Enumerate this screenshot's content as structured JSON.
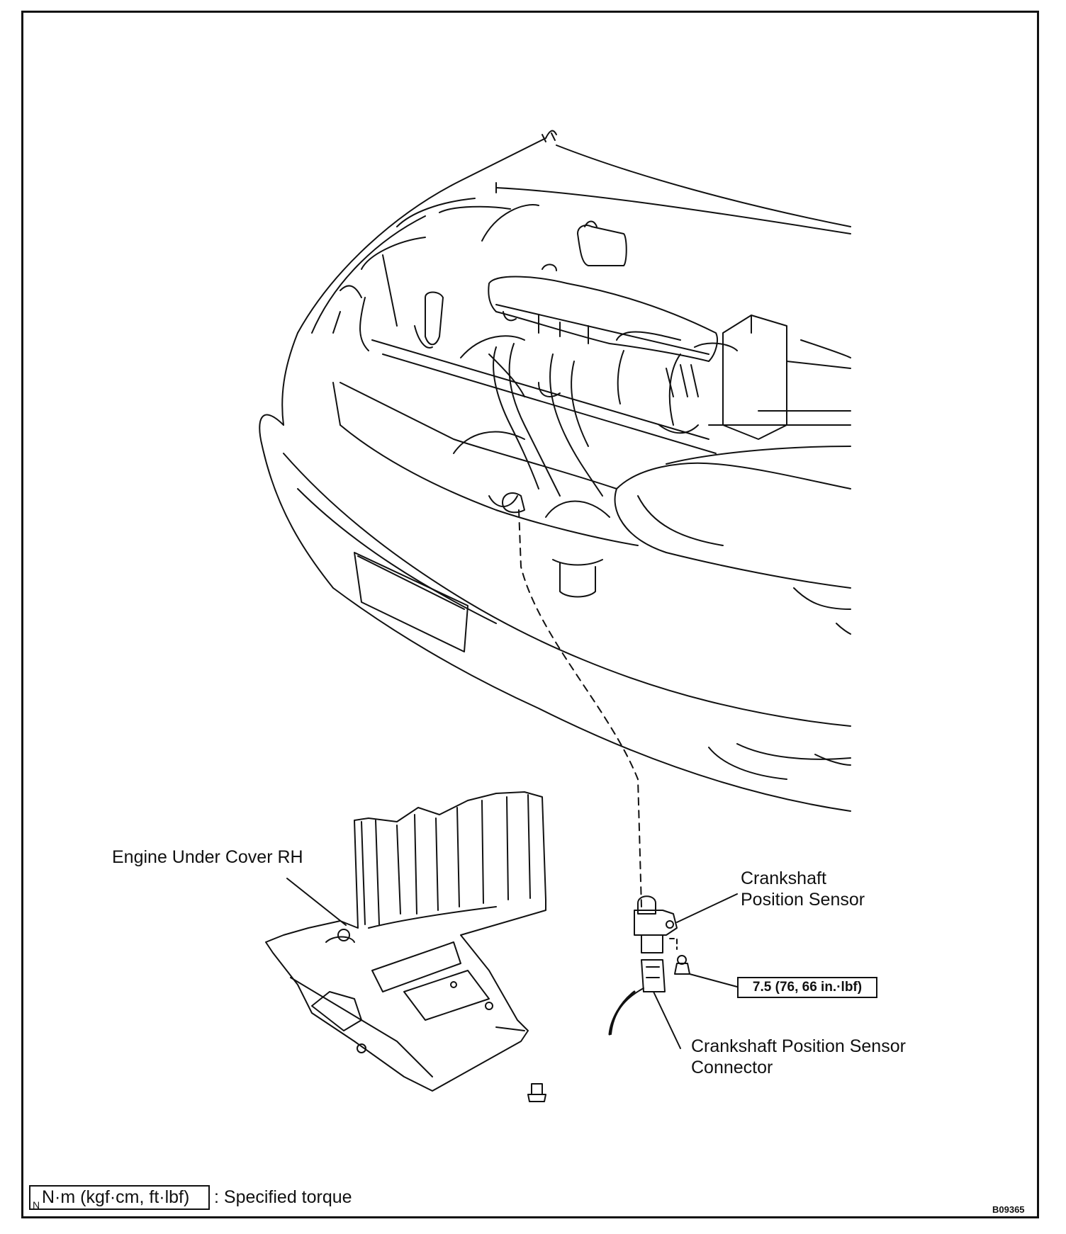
{
  "labels": {
    "engine_under_cover": "Engine Under Cover RH",
    "crank_sensor_line1": "Crankshaft",
    "crank_sensor_line2": "Position Sensor",
    "connector_line1": "Crankshaft Position Sensor",
    "connector_line2": "Connector",
    "torque_value": "7.5 (76, 66 in.·lbf)"
  },
  "legend": {
    "n_mark": "N",
    "units": "N·m (kgf·cm, ft·lbf)",
    "description": ": Specified torque"
  },
  "figure_code": "B09365"
}
